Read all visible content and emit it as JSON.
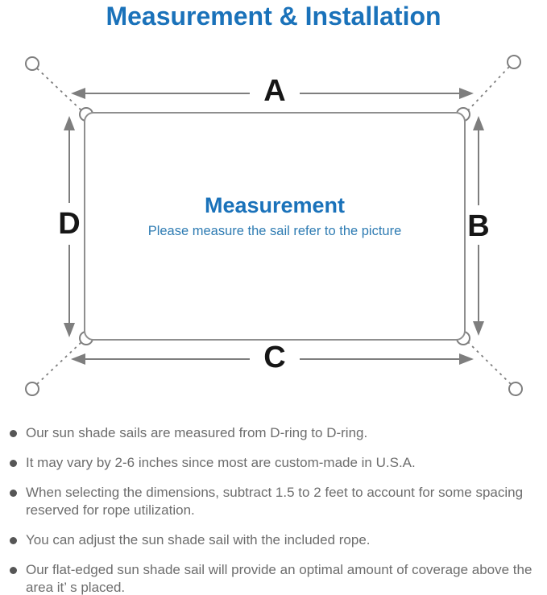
{
  "title": "Measurement & Installation",
  "diagram": {
    "labels": {
      "top": "A",
      "right": "B",
      "bottom": "C",
      "left": "D"
    },
    "center_title": "Measurement",
    "center_subtitle": "Please measure the sail refer to the picture"
  },
  "notes": [
    "Our sun shade sails are measured from D-ring to D-ring.",
    "It may vary by 2-6 inches since most are custom-made in U.S.A.",
    "When selecting the dimensions, subtract 1.5 to 2 feet to account for some spacing reserved for rope utilization.",
    "You can adjust the sun shade sail with the included rope.",
    "Our flat-edged sun shade sail will provide an optimal amount of coverage above the area it’ s placed."
  ],
  "colors": {
    "accent_blue": "#1a72ba",
    "subtitle_blue": "#2f7cb3",
    "line_gray": "#7e7e7e",
    "sail_border_gray": "#8f8f8f",
    "note_text_gray": "#6d6d6d",
    "label_black": "#161616"
  }
}
